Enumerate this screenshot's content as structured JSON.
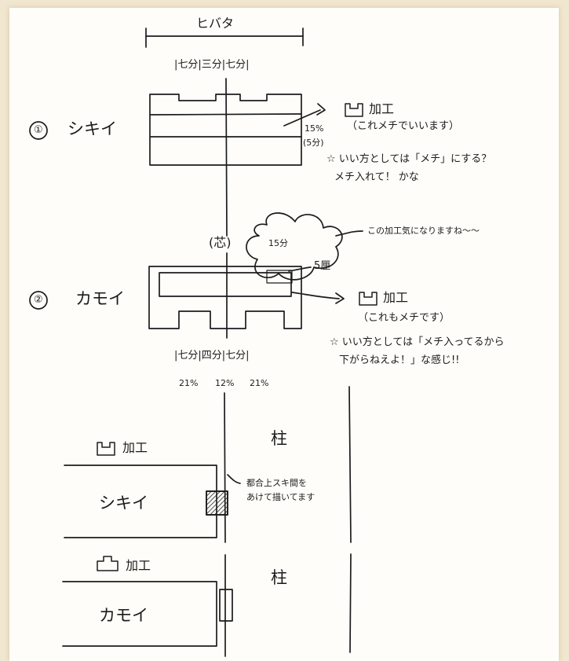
{
  "top": {
    "width_label": "ヒバタ",
    "dims": "|七分|三分|七分|"
  },
  "sill": {
    "number": "①",
    "name": "シキイ",
    "pct": "15%",
    "pct_sub": "(5分)",
    "process_title": "加工",
    "process_note": "（これメチでいいます）",
    "comment_lines": [
      "☆ いい方としては「メチ」にする？",
      "メチ入れて！ かな"
    ]
  },
  "core_label": "(芯)",
  "cloud": {
    "text": "15分",
    "callout": "この加工気になりますね～～"
  },
  "gap_label": "5厘",
  "lintel": {
    "number": "②",
    "name": "カモイ",
    "process_title": "加工",
    "process_note": "（これもメチです）",
    "comment_lines": [
      "☆ いい方としては「メチ入ってるから",
      "下がらねえよ！」な感じ!!"
    ],
    "dims": "|七分|四分|七分|",
    "pcts": [
      "21%",
      "12%",
      "21%"
    ]
  },
  "pillar_label": "柱",
  "section_sill": {
    "process_title": "加工",
    "name": "シキイ",
    "note_lines": [
      "都合上スキ間を",
      "あけて描いてます"
    ]
  },
  "section_lintel": {
    "process_title": "加工",
    "name": "カモイ"
  }
}
